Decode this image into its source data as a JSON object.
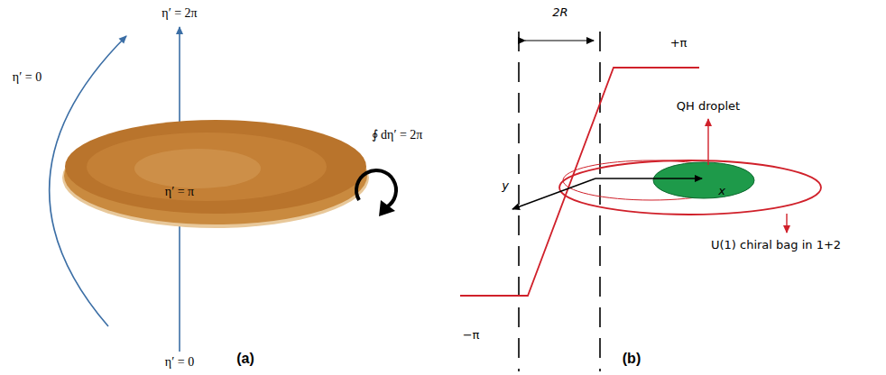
{
  "diagram": {
    "nodes": [
      {
        "text": [
          "η′ = π"
        ]
      }
    ],
    "labels": [
      "η′ = 0",
      "η′ = 2π",
      "η′ = 0",
      "∮ dη′ = 2π",
      "(a)",
      "2R",
      "+π",
      "QH droplet",
      "x",
      "y",
      "U(1) chiral bag in 1+2",
      "−π",
      "(b)"
    ]
  }
}
